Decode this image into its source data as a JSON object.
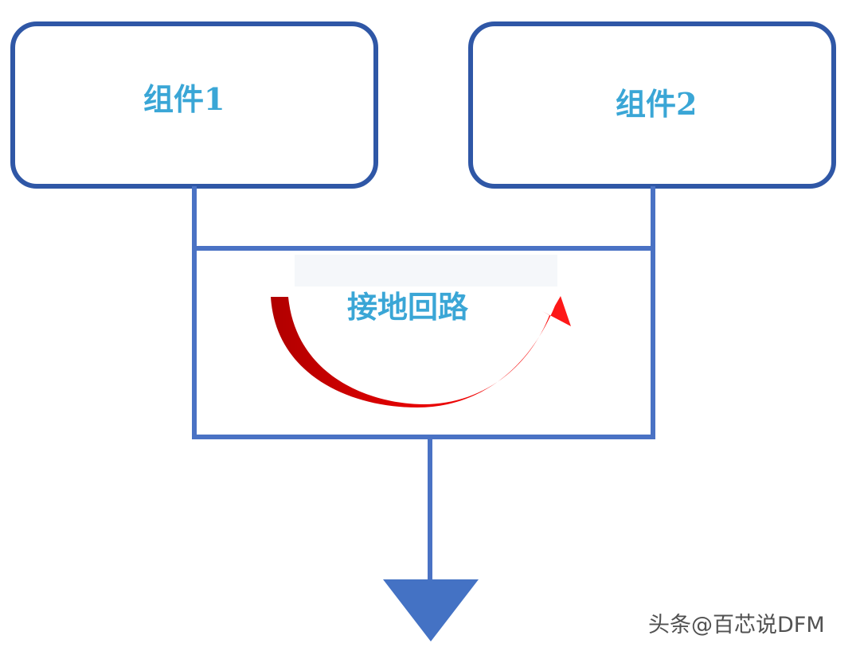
{
  "diagram": {
    "component1_label": "组件1",
    "component2_label": "组件2",
    "ground_loop_label": "接地回路",
    "watermark": "头条@百芯说DFM"
  },
  "colors": {
    "outline_blue": "#2f57a6",
    "wire_blue": "#4a72c4",
    "label_cyan": "#3aa6d6",
    "arrow_red": "#e00000",
    "ground_triangle": "#4472c4"
  },
  "icons": {
    "loop_arrow": "curved-arrow-icon",
    "ground_symbol": "ground-triangle-icon"
  }
}
